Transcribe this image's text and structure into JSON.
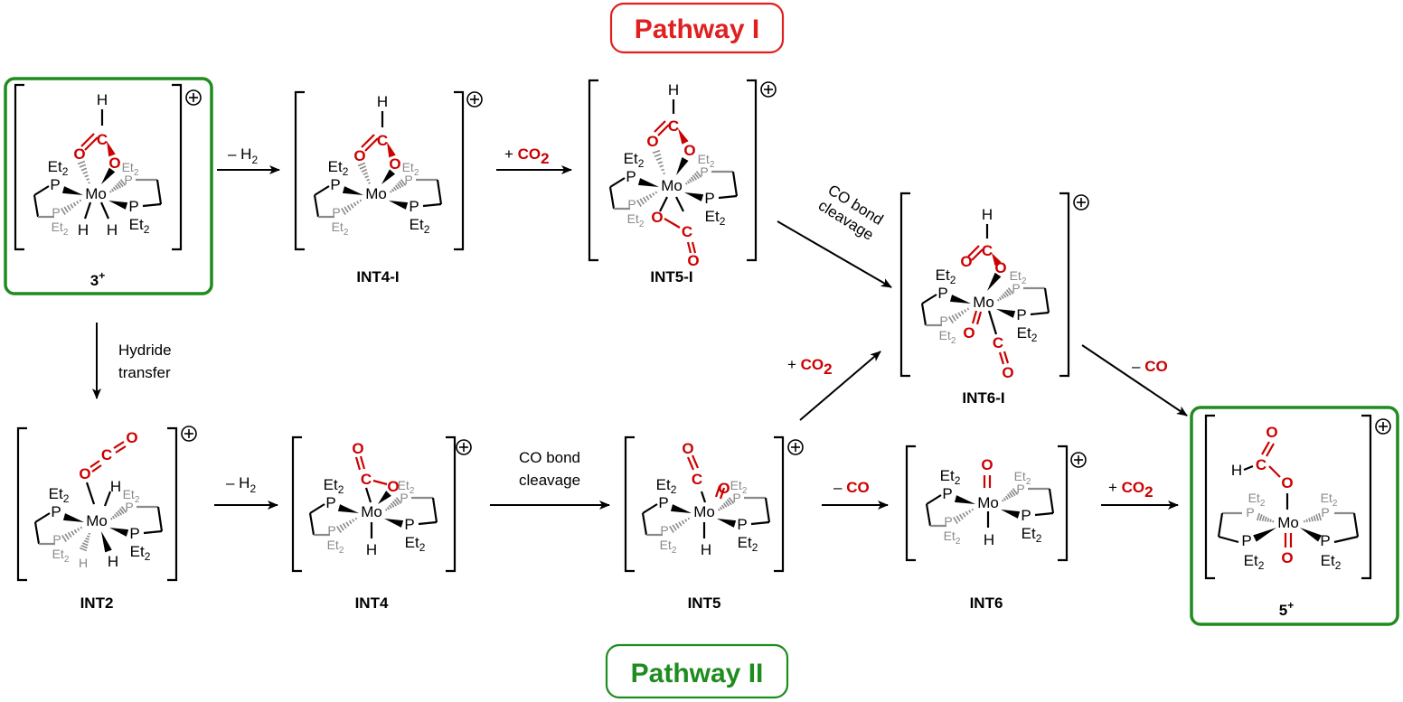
{
  "pathway_titles": {
    "pathway1": "Pathway I",
    "pathway2": "Pathway II",
    "pathway1_color": "#e02020",
    "pathway2_color": "#1e8c1e"
  },
  "charge": "+",
  "atoms": {
    "mo": "Mo",
    "p": "P",
    "h": "H",
    "c": "C",
    "o": "O",
    "et": "Et",
    "sub2": "2"
  },
  "compounds": {
    "c3": {
      "name": "3",
      "sup": "+"
    },
    "int4i": {
      "name": "INT4-I"
    },
    "int5i": {
      "name": "INT5-I"
    },
    "int6i": {
      "name": "INT6-I"
    },
    "int2": {
      "name": "INT2"
    },
    "int4": {
      "name": "INT4"
    },
    "int5": {
      "name": "INT5"
    },
    "int6": {
      "name": "INT6"
    },
    "c5": {
      "name": "5",
      "sup": "+"
    }
  },
  "conditions": {
    "minus_h2_top": "– H",
    "plus_co2_top": "+ ",
    "co2": "CO",
    "co_bond_line1": "CO bond",
    "co_bond_line2": "cleavage",
    "hydride_line1": "Hydride",
    "hydride_line2": "transfer",
    "minus_h2_bottom": "– H",
    "co_bond_b1": "CO bond",
    "co_bond_b2": "cleavage",
    "minus_co_b": "– ",
    "co": "CO",
    "plus_co2_b": "+ ",
    "plus_co2_mid": "+ ",
    "minus_co_right": "– "
  },
  "colors": {
    "highlight_box": "#1e8c1e",
    "reacting_atoms": "#cc0000",
    "back_ligand": "#8a8a8a"
  }
}
